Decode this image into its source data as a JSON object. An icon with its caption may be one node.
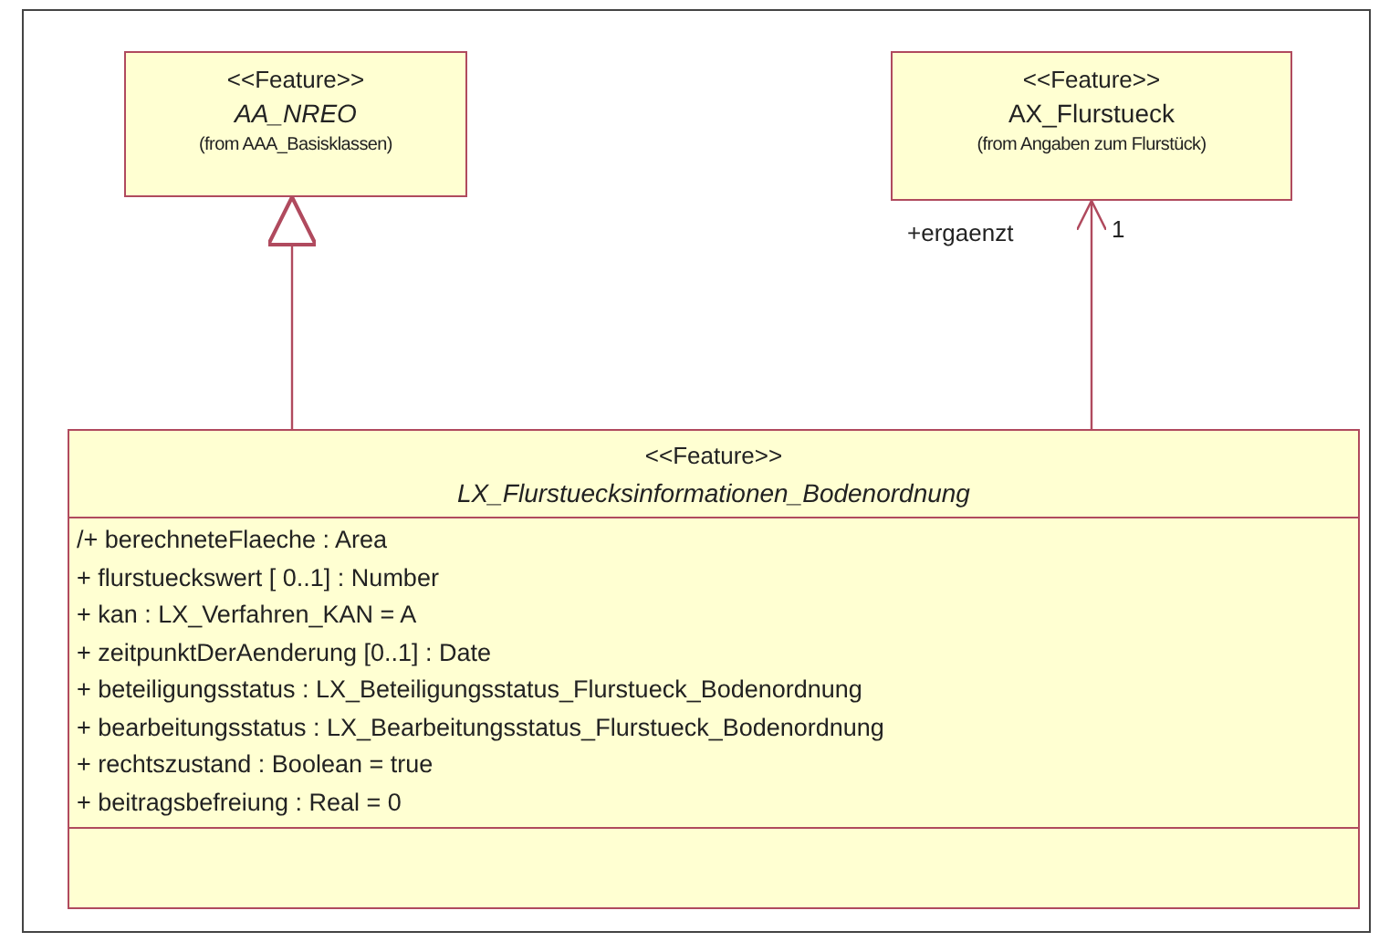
{
  "diagram": {
    "nodes": [
      {
        "text": [
          "<<Feature>>",
          "AA_NREO",
          "(from AAA_Basisklassen)"
        ]
      },
      {
        "text": [
          "<<Feature>>",
          "AX_Flurstueck",
          "(from Angaben zum Flurstück)"
        ],
        "beside": [
          "+ergaenzt",
          "1"
        ]
      },
      {
        "text": [
          "<<Feature>>",
          "LX_Flurstuecksinformationen_Bodenordnung",
          "/+ berechneteFlaeche : Area",
          "+ flurstueckswert [ 0..1] : Number",
          "+ kan : LX_Verfahren_KAN = A",
          "+ zeitpunktDerAenderung [0..1] : Date",
          "+ beteiligungsstatus : LX_Beteiligungsstatus_Flurstueck_Bodenordnung",
          "+ bearbeitungsstatus : LX_Bearbeitungsstatus_Flurstueck_Bodenordnung",
          "+ rechtszustand : Boolean = true",
          "+ beitragsbefreiung : Real = 0"
        ]
      }
    ],
    "edges": [
      {
        "from": 2,
        "to": 0,
        "arrow": "to"
      },
      {
        "from": 2,
        "to": 1,
        "arrow": "to"
      }
    ]
  }
}
